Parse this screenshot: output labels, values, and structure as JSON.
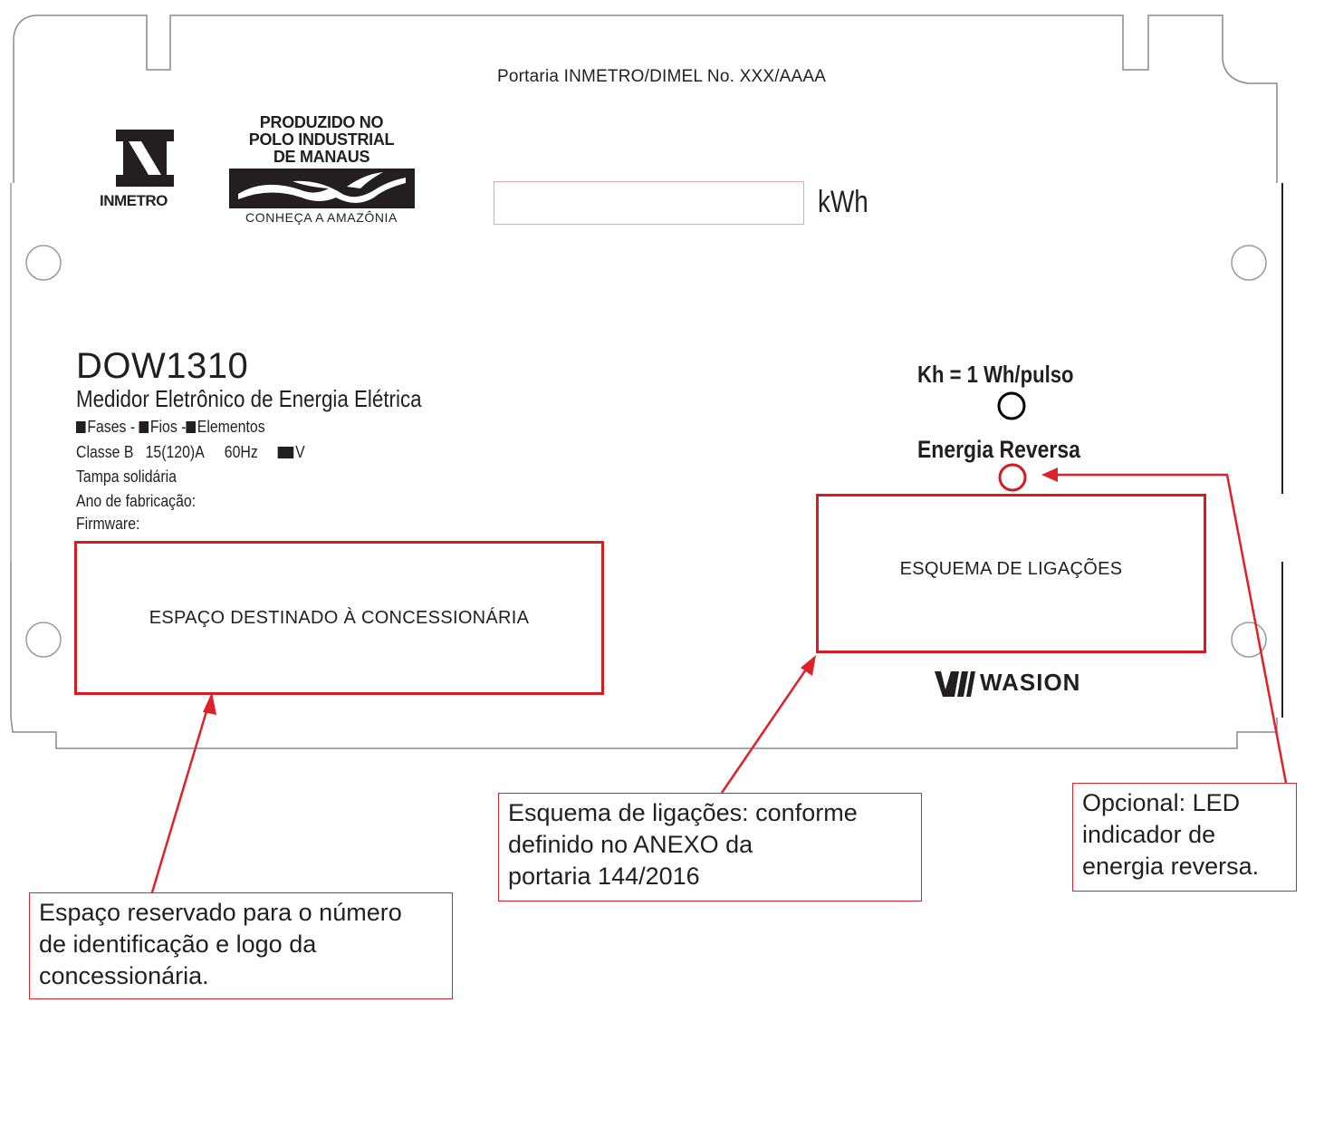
{
  "portaria": "Portaria INMETRO/DIMEL No. XXX/AAAA",
  "inmetro_logo": {
    "text": "INMETRO",
    "icon": "inmetro-seal"
  },
  "manaus_logo": {
    "lines": [
      "PRODUZIDO NO",
      "POLO INDUSTRIAL",
      "DE MANAUS"
    ],
    "tagline": "CONHEÇA A AMAZÔNIA",
    "icon": "bird-wave-logo"
  },
  "display": {
    "unit": "kWh"
  },
  "meter": {
    "model": "DOW1310",
    "description": "Medidor Eletrônico de Energia Elétrica",
    "phases_line": {
      "fases": "Fases -",
      "fios": "Fios -",
      "elementos": "Elementos"
    },
    "rating_line": {
      "classe": "Classe B",
      "corrente": "15(120)A",
      "frequencia": "60Hz",
      "tensao_unit": "V"
    },
    "tampa": "Tampa solidária",
    "ano": "Ano de fabricação:",
    "firmware": "Firmware:"
  },
  "kh_label": "Kh = 1  Wh/pulso",
  "energia_reversa_label": "Energia Reversa",
  "boxes": {
    "concessionaria": "ESPAÇO DESTINADO À CONCESSIONÁRIA",
    "esquema": "ESQUEMA DE LIGAÇÕES"
  },
  "brand": {
    "name": "WASION",
    "icon": "wasion-logo"
  },
  "callouts": {
    "concessionaria": [
      "Espaço reservado para o número",
      "de identificação e logo da",
      "concessionária."
    ],
    "esquema": [
      "Esquema de ligações: conforme",
      "definido no ANEXO da",
      "portaria 144/2016"
    ],
    "led": [
      "Opcional: LED",
      "indicador de",
      "energia reversa."
    ]
  },
  "colors": {
    "annotation_red": "#e0202a",
    "box_red": "#d71920",
    "text": "#231f20",
    "outline": "#8a8a8a"
  }
}
